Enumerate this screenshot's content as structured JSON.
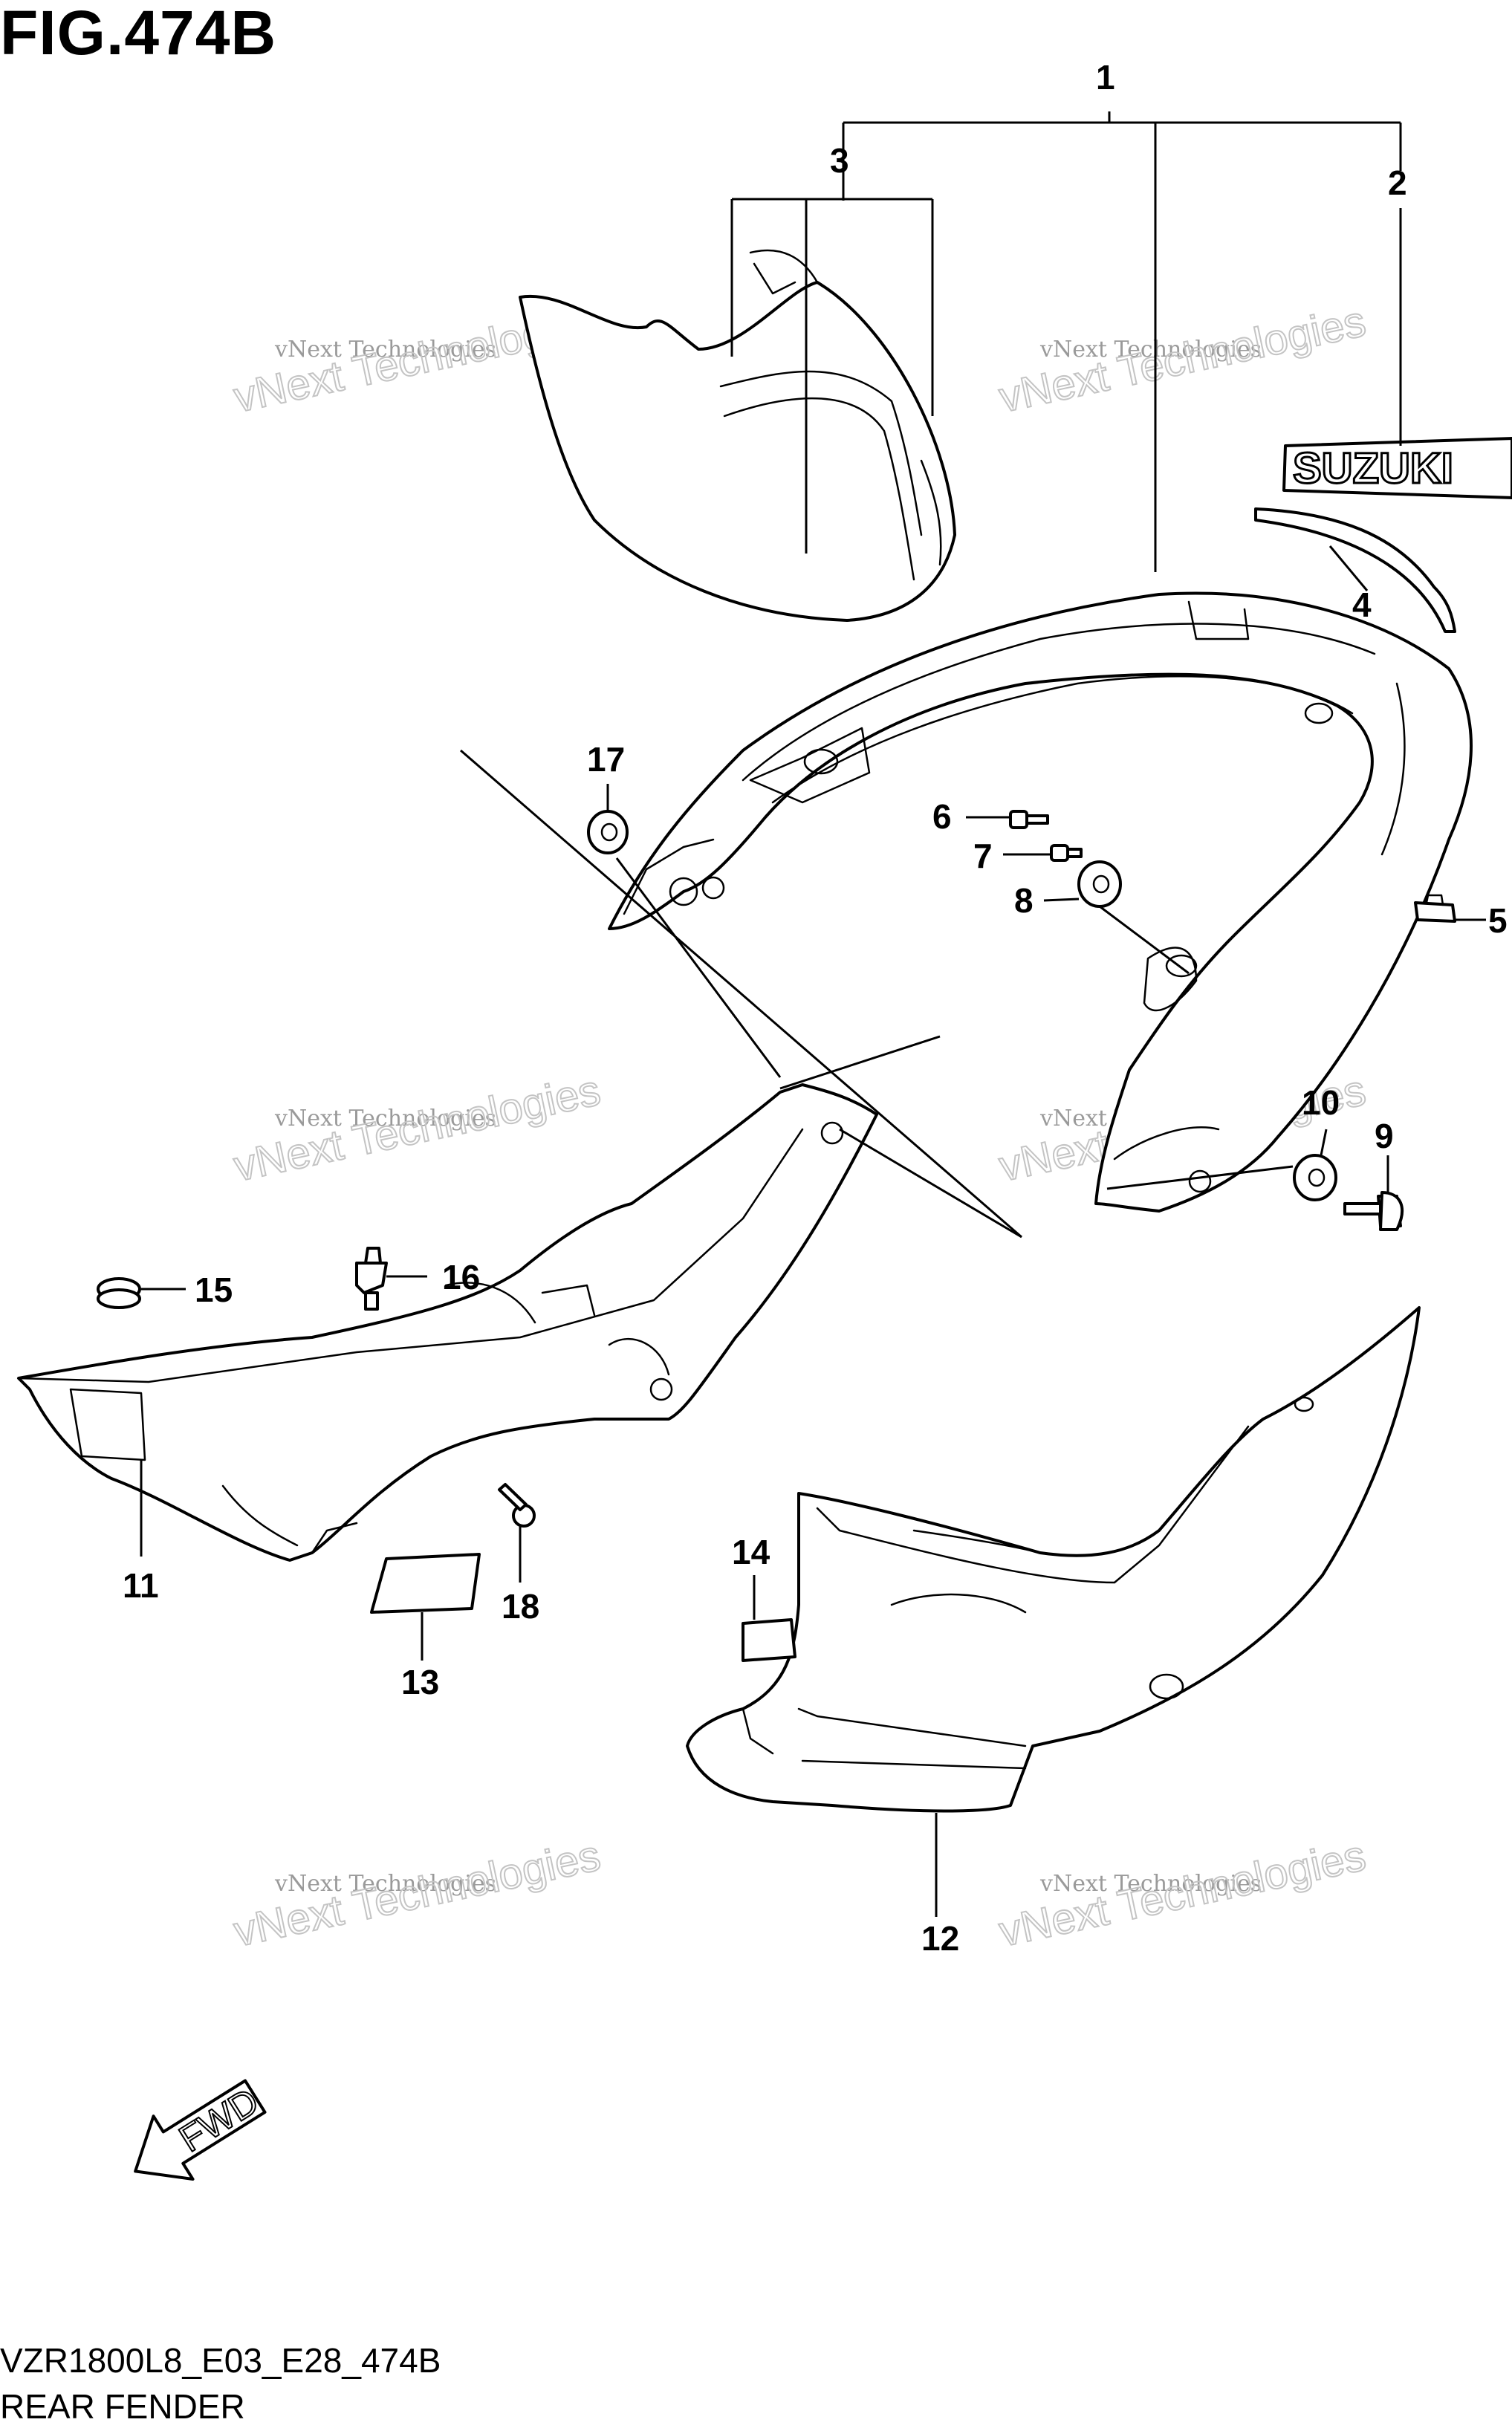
{
  "figure": {
    "title": "FIG.474B",
    "model_code": "VZR1800L8_E03_E28_474B",
    "section_name": "REAR FENDER"
  },
  "watermark": {
    "line1": "vNext Technologies",
    "line2": "vNext Technologies"
  },
  "callouts": [
    "1",
    "2",
    "3",
    "4",
    "5",
    "6",
    "7",
    "8",
    "9",
    "10",
    "11",
    "12",
    "13",
    "14",
    "15",
    "16",
    "17",
    "18"
  ],
  "emblem_text": "SUZUKI",
  "direction_arrow": "FWD",
  "icons": {
    "direction": "fwd-arrow-icon"
  }
}
